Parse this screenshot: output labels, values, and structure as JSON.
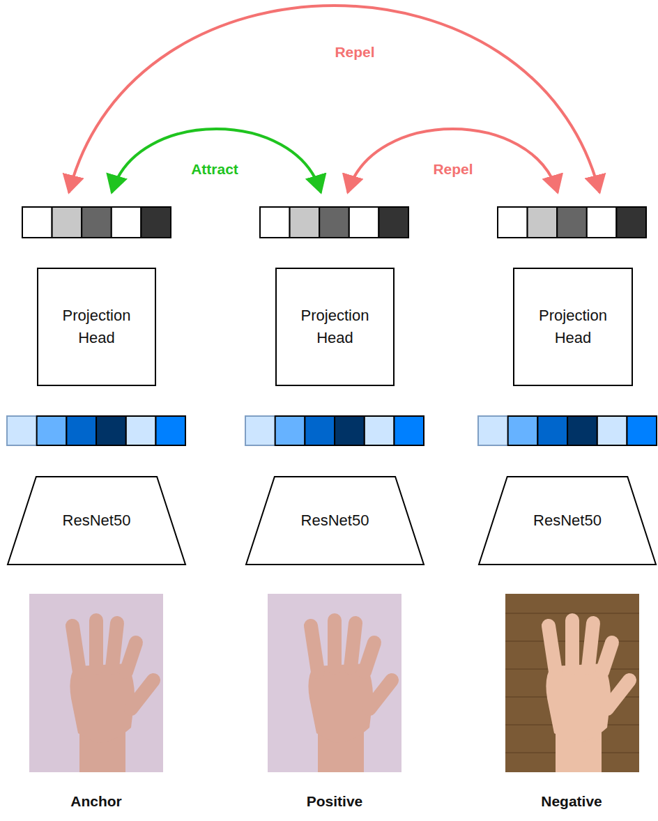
{
  "diagram": {
    "nodes": [
      {
        "text": [
          "Projection Head"
        ]
      },
      {
        "text": [
          "Projection Head"
        ]
      },
      {
        "text": [
          "Projection Head"
        ]
      },
      {
        "text": [
          "ResNet50"
        ]
      },
      {
        "text": [
          "ResNet50"
        ]
      },
      {
        "text": [
          "ResNet50"
        ]
      }
    ],
    "edges": [
      {
        "from": 0,
        "to": 1,
        "label": "Attract",
        "arrow": "both"
      },
      {
        "from": 1,
        "to": 2,
        "label": "Repel",
        "arrow": "both"
      },
      {
        "from": 0,
        "to": 2,
        "label": "Repel",
        "arrow": "both"
      }
    ],
    "labels": [
      "Anchor",
      "Positive",
      "Negative"
    ]
  }
}
